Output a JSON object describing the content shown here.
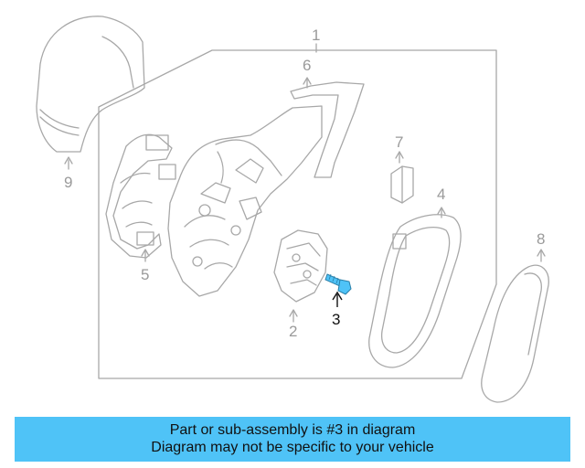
{
  "callouts": {
    "c1": "1",
    "c2": "2",
    "c3": "3",
    "c4": "4",
    "c5": "5",
    "c6": "6",
    "c7": "7",
    "c8": "8",
    "c9": "9"
  },
  "highlight_part": "3",
  "colors": {
    "line": "#a8a8a8",
    "highlight": "#4fc3f7",
    "banner": "#4fc3f7"
  },
  "banner": {
    "line1": "Part or sub-assembly is #3 in diagram",
    "line2": "Diagram may not be specific to your vehicle"
  }
}
